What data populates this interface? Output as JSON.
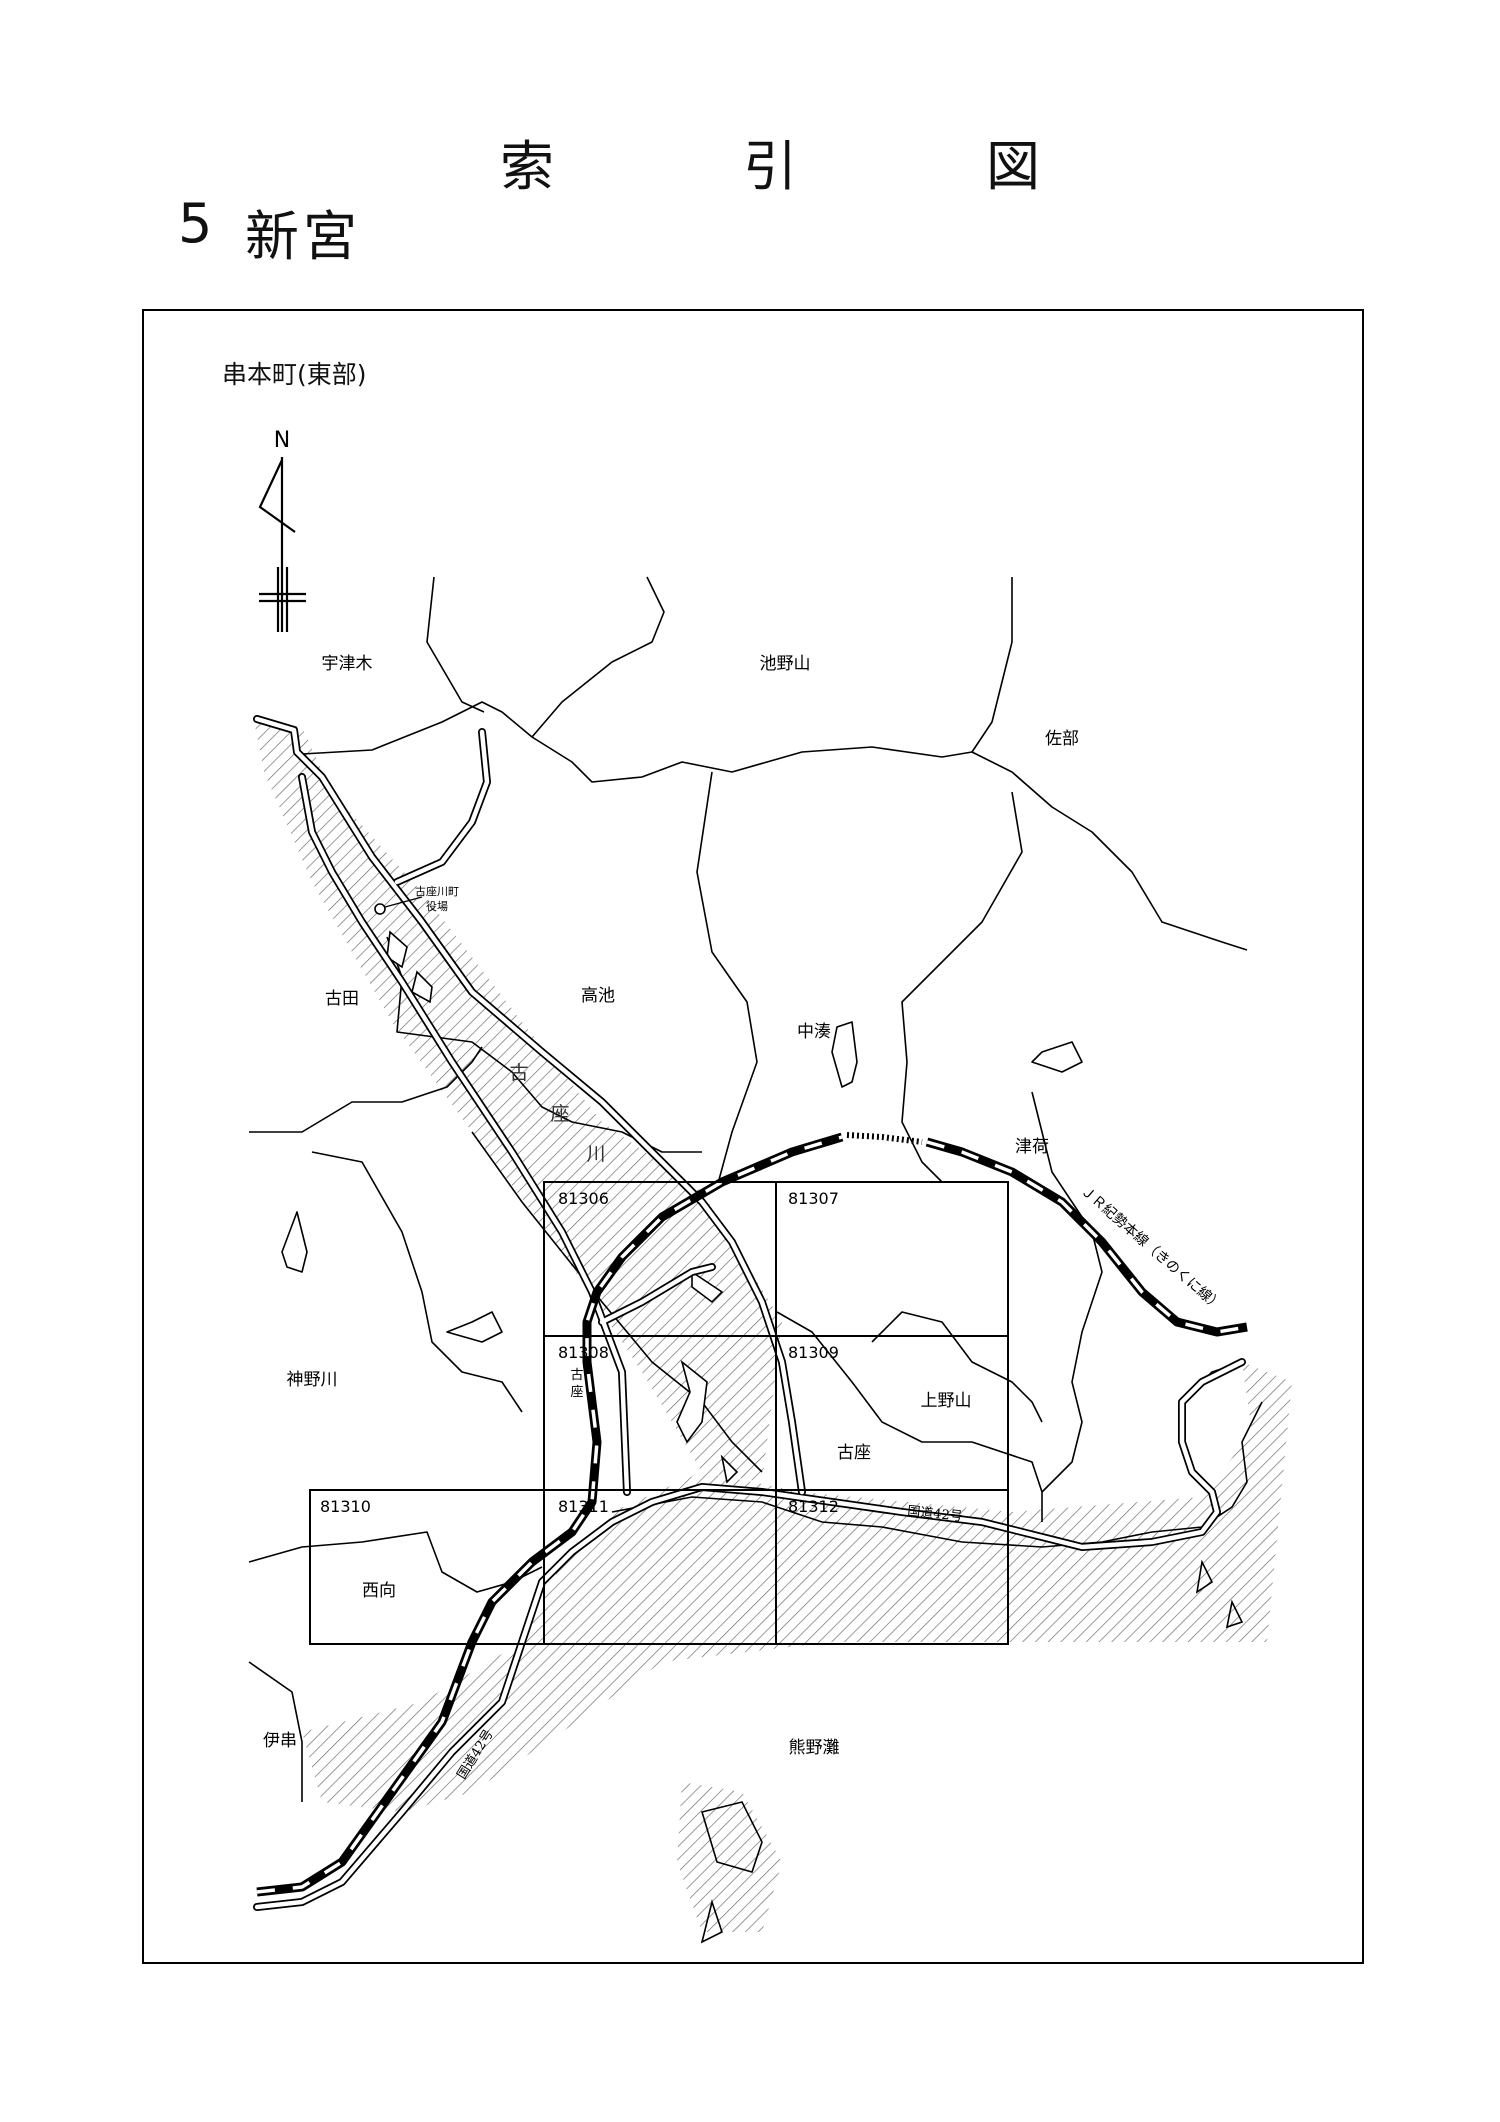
{
  "document": {
    "title_chars": [
      "索",
      "引",
      "図"
    ],
    "section_number": "5",
    "section_name": "新宮"
  },
  "map": {
    "subtitle": "串本町(東部)",
    "north_label": "N",
    "place_labels": [
      {
        "id": "utsugi",
        "text": "宇津木"
      },
      {
        "id": "ikenoyama",
        "text": "池野山"
      },
      {
        "id": "sabu",
        "text": "佐部"
      },
      {
        "id": "furuta",
        "text": "古田"
      },
      {
        "id": "takaike",
        "text": "高池"
      },
      {
        "id": "nakaminato",
        "text": "中湊"
      },
      {
        "id": "tsuga",
        "text": "津荷"
      },
      {
        "id": "konogawa",
        "text": "神野川"
      },
      {
        "id": "kaminoyama",
        "text": "上野山"
      },
      {
        "id": "koza",
        "text": "古座"
      },
      {
        "id": "nishimuki",
        "text": "西向"
      },
      {
        "id": "igushi",
        "text": "伊串"
      },
      {
        "id": "kumanonada",
        "text": "熊野灘"
      }
    ],
    "river_chars": [
      "古",
      "座",
      "川"
    ],
    "office_label_line1": "古座川町",
    "office_label_line2": "役場",
    "station_chars": [
      "古",
      "座"
    ],
    "rail_label": "ＪＲ紀勢本線（きのくに線）",
    "route_label": "国道42号",
    "index_sheets": [
      "81306",
      "81307",
      "81308",
      "81309",
      "81310",
      "81311",
      "81312"
    ]
  },
  "colors": {
    "ink": "#000000",
    "hatch": "#555555"
  }
}
